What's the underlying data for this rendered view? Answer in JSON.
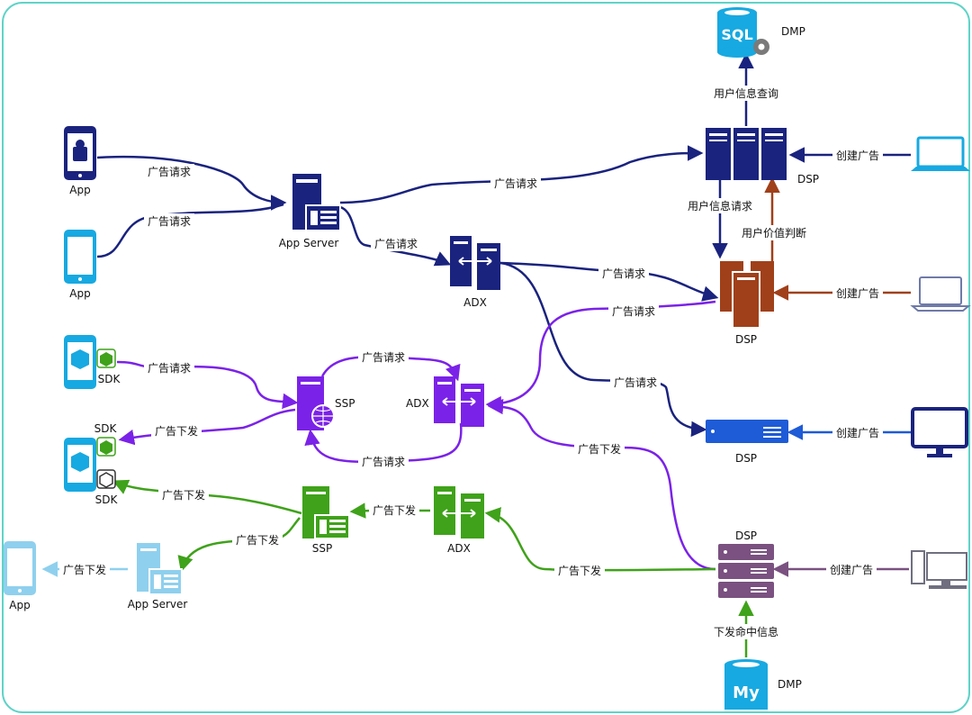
{
  "labels": {
    "app": "App",
    "app_server": "App Server",
    "adx": "ADX",
    "ssp": "SSP",
    "dsp": "DSP",
    "dmp": "DMP",
    "sdk": "SDK",
    "sql": "SQL",
    "my": "My"
  },
  "edges": {
    "ad_request": "广告请求",
    "ad_delivery": "广告下发",
    "create_ad": "创建广告",
    "user_info_query": "用户信息查询",
    "user_info_request": "用户信息请求",
    "user_value_judgment": "用户价值判断",
    "deliver_hit_info": "下发命中信息"
  },
  "colors": {
    "navy": "#1a237e",
    "brown": "#a0401a",
    "purple": "#7b22e8",
    "green": "#3fa21a",
    "plum": "#7a5180",
    "cyan": "#17a9e1",
    "lightblue": "#8fd0ee",
    "blue": "#1e5bd6",
    "frame": "#5fd3c8"
  }
}
